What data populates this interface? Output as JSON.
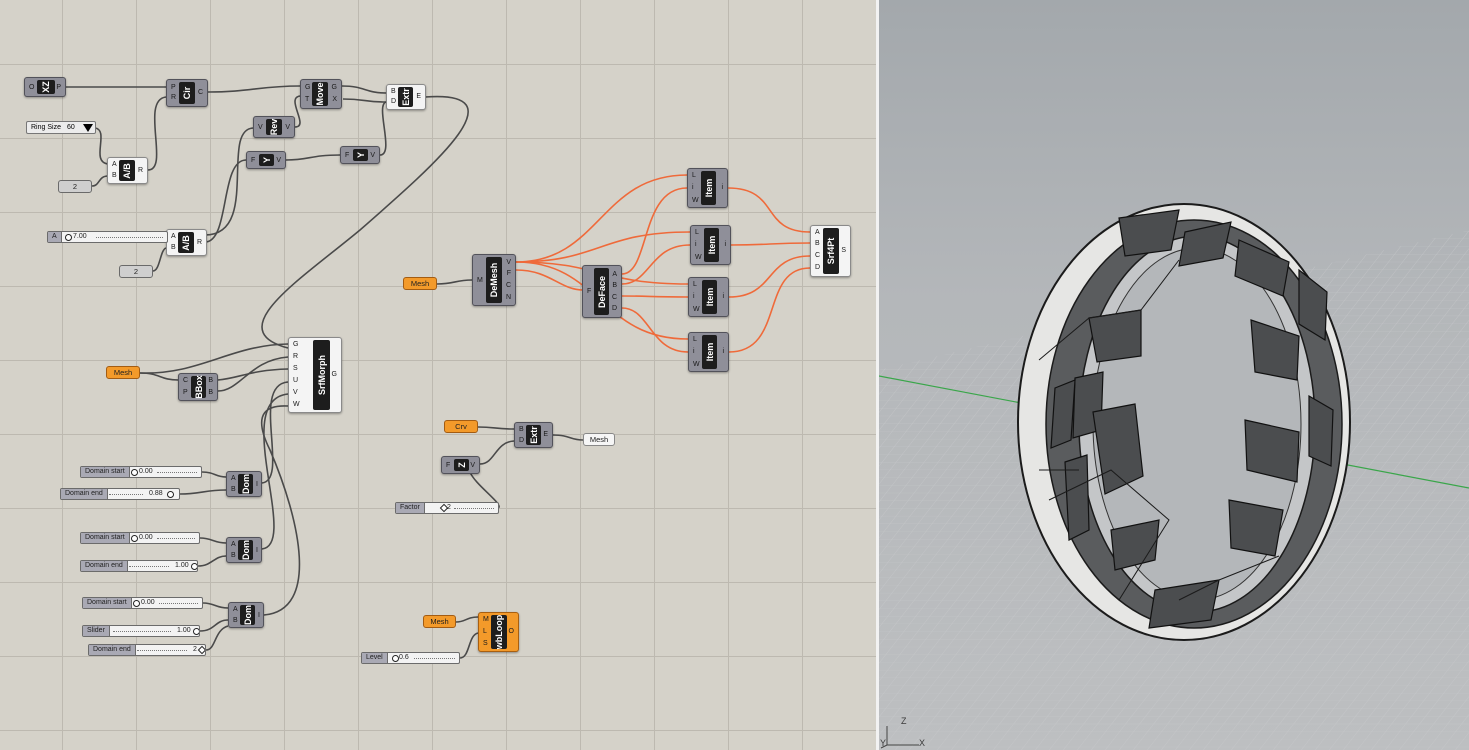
{
  "canvas": {
    "components": [
      {
        "id": "xz",
        "name": "XZ",
        "inputs": [
          "O"
        ],
        "outputs": [
          "P"
        ]
      },
      {
        "id": "cir",
        "name": "Cir",
        "inputs": [
          "P",
          "R"
        ],
        "outputs": [
          "C"
        ]
      },
      {
        "id": "move",
        "name": "Move",
        "inputs": [
          "G",
          "T"
        ],
        "outputs": [
          "G",
          "X"
        ]
      },
      {
        "id": "extr1",
        "name": "Extr",
        "inputs": [
          "B",
          "D"
        ],
        "outputs": [
          "E"
        ]
      },
      {
        "id": "rev",
        "name": "Rev",
        "inputs": [
          "V"
        ],
        "outputs": [
          "V"
        ]
      },
      {
        "id": "y1",
        "name": "Y",
        "inputs": [
          "F"
        ],
        "outputs": [
          "V"
        ]
      },
      {
        "id": "y2",
        "name": "Y",
        "inputs": [
          "F"
        ],
        "outputs": [
          "V"
        ]
      },
      {
        "id": "ab1",
        "name": "A/B",
        "inputs": [
          "A",
          "B"
        ],
        "outputs": [
          "R"
        ]
      },
      {
        "id": "ab2",
        "name": "A/B",
        "inputs": [
          "A",
          "B"
        ],
        "outputs": [
          "R"
        ]
      },
      {
        "id": "demesh",
        "name": "DeMesh",
        "inputs": [
          "M"
        ],
        "outputs": [
          "V",
          "F",
          "C",
          "N"
        ]
      },
      {
        "id": "deface",
        "name": "DeFace",
        "inputs": [
          "F"
        ],
        "outputs": [
          "A",
          "B",
          "C",
          "D"
        ]
      },
      {
        "id": "item1",
        "name": "Item",
        "inputs": [
          "L",
          "i",
          "W"
        ],
        "outputs": [
          "i"
        ]
      },
      {
        "id": "item2",
        "name": "Item",
        "inputs": [
          "L",
          "i",
          "W"
        ],
        "outputs": [
          "i"
        ]
      },
      {
        "id": "item3",
        "name": "Item",
        "inputs": [
          "L",
          "i",
          "W"
        ],
        "outputs": [
          "i"
        ]
      },
      {
        "id": "item4",
        "name": "Item",
        "inputs": [
          "L",
          "i",
          "W"
        ],
        "outputs": [
          "i"
        ]
      },
      {
        "id": "srf4pt",
        "name": "Srf4Pt",
        "inputs": [
          "A",
          "B",
          "C",
          "D"
        ],
        "outputs": [
          "S"
        ]
      },
      {
        "id": "srfmorph",
        "name": "SrfMorph",
        "inputs": [
          "G",
          "R",
          "S",
          "U",
          "V",
          "W"
        ],
        "outputs": [
          "G"
        ]
      },
      {
        "id": "bbox",
        "name": "BBox",
        "inputs": [
          "C",
          "P"
        ],
        "outputs": [
          "B",
          "B"
        ]
      },
      {
        "id": "extr2",
        "name": "Extr",
        "inputs": [
          "B",
          "D"
        ],
        "outputs": [
          "E"
        ]
      },
      {
        "id": "z",
        "name": "Z",
        "inputs": [
          "F"
        ],
        "outputs": [
          "V"
        ]
      },
      {
        "id": "dom1",
        "name": "Dom",
        "inputs": [
          "A",
          "B"
        ],
        "outputs": [
          "I"
        ]
      },
      {
        "id": "dom2",
        "name": "Dom",
        "inputs": [
          "A",
          "B"
        ],
        "outputs": [
          "I"
        ]
      },
      {
        "id": "dom3",
        "name": "Dom",
        "inputs": [
          "A",
          "B"
        ],
        "outputs": [
          "I"
        ]
      },
      {
        "id": "wbloop",
        "name": "wbLoop",
        "inputs": [
          "M",
          "L",
          "S"
        ],
        "outputs": [
          "O"
        ]
      }
    ],
    "panels": {
      "mesh1": "Mesh",
      "mesh2": "Mesh",
      "mesh3": "Mesh",
      "mesh_out": "Mesh",
      "crv": "Crv",
      "num2a": "2",
      "num2b": "2"
    },
    "dropdown": {
      "label": "Ring Size",
      "value": "60"
    },
    "sliders": {
      "a": {
        "label": "A",
        "value": "7.00"
      },
      "dstart1": {
        "label": "Domain start",
        "value": "0.00"
      },
      "dend1": {
        "label": "Domain end",
        "value": "0.88"
      },
      "dstart2": {
        "label": "Domain start",
        "value": "0.00"
      },
      "dend2": {
        "label": "Domain end",
        "value": "1.00"
      },
      "dstart3": {
        "label": "Domain start",
        "value": "0.00"
      },
      "slider": {
        "label": "Slider",
        "value": "1.00"
      },
      "dend3": {
        "label": "Domain end",
        "value": "2"
      },
      "factor": {
        "label": "Factor",
        "value": "2"
      },
      "level": {
        "label": "Level",
        "value": "0.6"
      }
    }
  },
  "viewport": {
    "axis_z": "Z",
    "axis_y": "Y",
    "axis_x": "X",
    "grid_color": "#c8cacc",
    "x_axis_color": "#3aa64a"
  },
  "colors": {
    "wire": "#4a4a4a",
    "selected_wire": "#ef6a3a",
    "component": "#8f8f99",
    "orange": "#f39a2a"
  }
}
